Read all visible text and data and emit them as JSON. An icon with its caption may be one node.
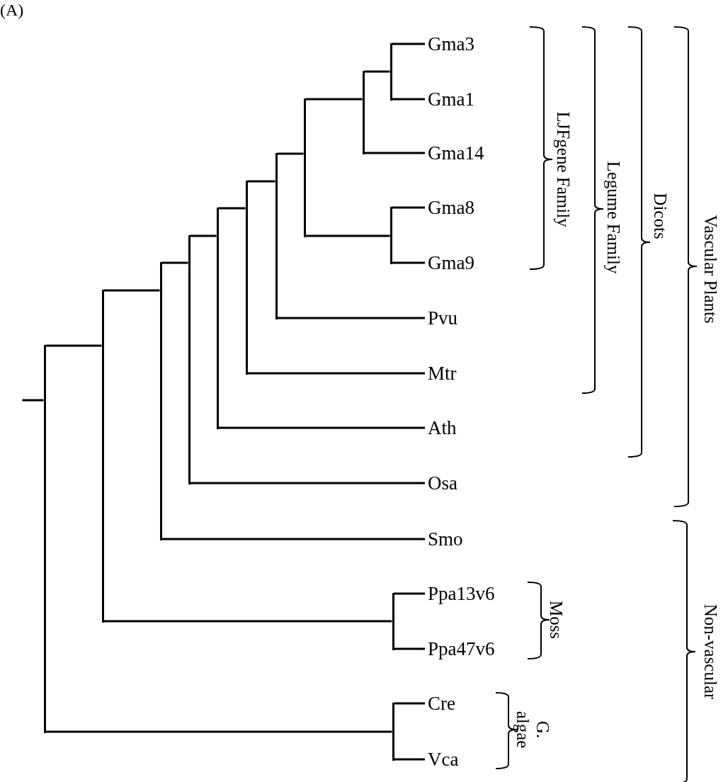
{
  "diagram": {
    "nodes": [
      {
        "text": [
          "Gma3"
        ]
      },
      {
        "text": [
          "Gma1"
        ]
      },
      {
        "text": [
          "Gma14"
        ]
      },
      {
        "text": [
          "Gma8"
        ]
      },
      {
        "text": [
          "Gma9"
        ]
      },
      {
        "text": [
          "Pvu"
        ]
      },
      {
        "text": [
          "Mtr"
        ]
      },
      {
        "text": [
          "Ath"
        ]
      },
      {
        "text": [
          "Osa"
        ]
      },
      {
        "text": [
          "Smo"
        ]
      },
      {
        "text": [
          "Ppa13v6"
        ]
      },
      {
        "text": [
          "Ppa47v6"
        ]
      },
      {
        "text": [
          "Cre"
        ]
      },
      {
        "text": [
          "Vca"
        ]
      },
      {
        "text": [],
        "shape": "bar"
      },
      {
        "text": [],
        "shape": "bar"
      },
      {
        "text": [],
        "shape": "bar"
      },
      {
        "text": [],
        "shape": "bar"
      },
      {
        "text": [],
        "shape": "bar"
      },
      {
        "text": [],
        "shape": "bar"
      },
      {
        "text": [],
        "shape": "bar"
      },
      {
        "text": [],
        "shape": "bar"
      },
      {
        "text": [],
        "shape": "bar"
      },
      {
        "text": [],
        "shape": "bar"
      },
      {
        "text": [],
        "shape": "bar"
      },
      {
        "text": [],
        "shape": "bar"
      },
      {
        "text": [],
        "shape": "bar"
      }
    ],
    "edges": [
      {
        "from": null,
        "to": 14,
        "arrow": "none"
      },
      {
        "from": 14,
        "to": 15,
        "arrow": "none"
      },
      {
        "from": 14,
        "to": 26,
        "arrow": "none"
      },
      {
        "from": 15,
        "to": 16,
        "arrow": "none"
      },
      {
        "from": 15,
        "to": 25,
        "arrow": "none"
      },
      {
        "from": 16,
        "to": 17,
        "arrow": "none"
      },
      {
        "from": 16,
        "to": 9,
        "arrow": "none"
      },
      {
        "from": 17,
        "to": 18,
        "arrow": "none"
      },
      {
        "from": 17,
        "to": 8,
        "arrow": "none"
      },
      {
        "from": 18,
        "to": 19,
        "arrow": "none"
      },
      {
        "from": 18,
        "to": 7,
        "arrow": "none"
      },
      {
        "from": 19,
        "to": 20,
        "arrow": "none"
      },
      {
        "from": 19,
        "to": 6,
        "arrow": "none"
      },
      {
        "from": 20,
        "to": 21,
        "arrow": "none"
      },
      {
        "from": 20,
        "to": 5,
        "arrow": "none"
      },
      {
        "from": 21,
        "to": 22,
        "arrow": "none"
      },
      {
        "from": 21,
        "to": 24,
        "arrow": "none"
      },
      {
        "from": 22,
        "to": 23,
        "arrow": "none"
      },
      {
        "from": 22,
        "to": 2,
        "arrow": "none"
      },
      {
        "from": 23,
        "to": 0,
        "arrow": "none"
      },
      {
        "from": 23,
        "to": 1,
        "arrow": "none"
      },
      {
        "from": 24,
        "to": 3,
        "arrow": "none"
      },
      {
        "from": 24,
        "to": 4,
        "arrow": "none"
      },
      {
        "from": 25,
        "to": 10,
        "arrow": "none"
      },
      {
        "from": 25,
        "to": 11,
        "arrow": "none"
      },
      {
        "from": 26,
        "to": 12,
        "arrow": "none"
      },
      {
        "from": 26,
        "to": 13,
        "arrow": "none"
      }
    ],
    "labels": [
      "(A)",
      "LJFgene Family",
      "Legume Family",
      "Dicots",
      "Vascular Plants",
      "Moss",
      "Non-vascular",
      "G. algae"
    ]
  }
}
